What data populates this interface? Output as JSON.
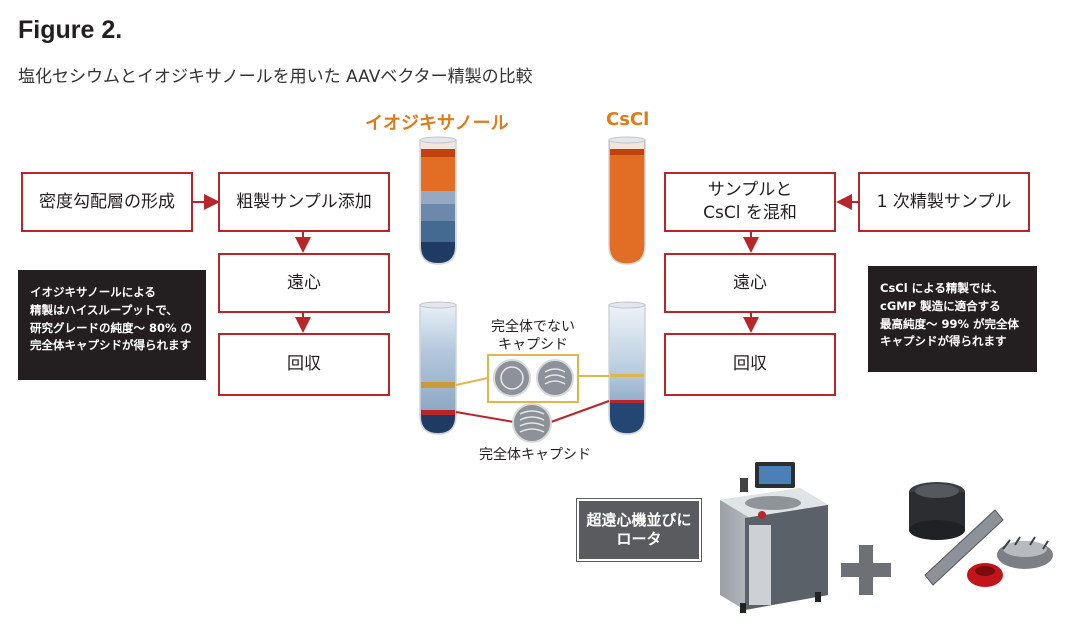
{
  "header": {
    "title": "Figure 2.",
    "subtitle": "塩化セシウムとイオジキサノールを用いた AAVベクター精製の比較"
  },
  "left_flow": {
    "tube_label": "イオジキサノール",
    "box_gradient": "密度勾配層の形成",
    "box_add": "粗製サンプル添加",
    "box_centrifuge": "遠心",
    "box_collect": "回収",
    "note": "イオジキサノールによる\n精製はハイスループットで、\n研究グレードの純度～ 80% の\n完全体キャプシドが得られます"
  },
  "right_flow": {
    "tube_label": "CsCl",
    "box_mix": "サンプルと\nCsCl を混和",
    "box_primary": "1 次精製サンプル",
    "box_centrifuge": "遠心",
    "box_collect": "回収",
    "note": "CsCl による精製では、\ncGMP 製造に適合する\n最高純度～ 99% が完全体\nキャプシドが得られます"
  },
  "capsids": {
    "incomplete_label": "完全体でない\nキャプシド",
    "complete_label": "完全体キャプシド"
  },
  "equipment": {
    "label": "超遠心機並びに\nロータ",
    "plus_icon": "plus-icon"
  },
  "colors": {
    "accent_red": "#b8252b",
    "orange": "#e07b1a",
    "note_bg": "#231f20",
    "gold": "#e0b84a",
    "tube_blue": "#1f3b63"
  }
}
